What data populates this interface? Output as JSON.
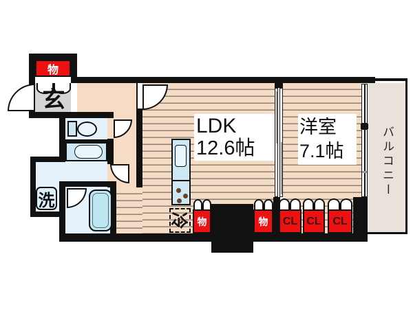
{
  "plan_title": "apartment-floor-plan",
  "rooms": {
    "ldk": {
      "name": "LDK",
      "size": "12.6帖"
    },
    "bedroom": {
      "name": "洋室",
      "size": "7.1帖"
    },
    "balcony": {
      "name": "バルコニー"
    },
    "entrance": {
      "name": "玄"
    }
  },
  "fixtures": {
    "storage_entrance": "物",
    "storage_kitchen": "物",
    "storage_bedroom": "物",
    "closet_1": "CL",
    "closet_2": "CL",
    "closet_3": "CL",
    "washer": "洗",
    "refrigerator": "冷"
  },
  "colors": {
    "wall": "#111111",
    "accent_red": "#ee1111",
    "flooring": "#f6dcc5",
    "flooring_line": "#8a8274",
    "balcony_floor": "#e8e2da",
    "entrance_floor": "#d5d5d5",
    "sanitary_floor": "#e5f2fb",
    "fixture_blue": "#cde8f4"
  }
}
